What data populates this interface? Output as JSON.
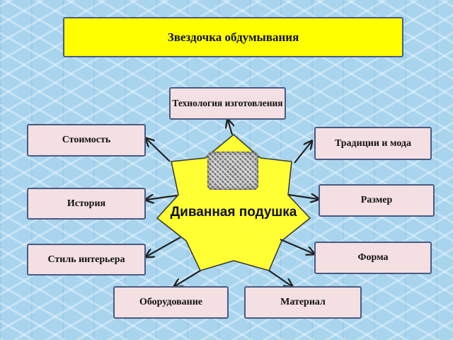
{
  "title": "Звездочка обдумывания",
  "center": {
    "label": "Диванная подушка"
  },
  "nodes": {
    "technology": "Технология изготовления",
    "cost": "Стоимость",
    "traditions": "Традиции и мода",
    "history": "История",
    "size": "Размер",
    "interior_style": "Стиль интерьера",
    "shape": "Форма",
    "equipment": "Оборудование",
    "material": "Материал"
  },
  "colors": {
    "title_fill": "#ffff00",
    "node_fill": "#f4dfe2",
    "node_border": "#4a5a82",
    "star_fill": "#ffff33",
    "background": "#a8d4ee"
  },
  "icons": {
    "center_image": "pillow-image"
  }
}
